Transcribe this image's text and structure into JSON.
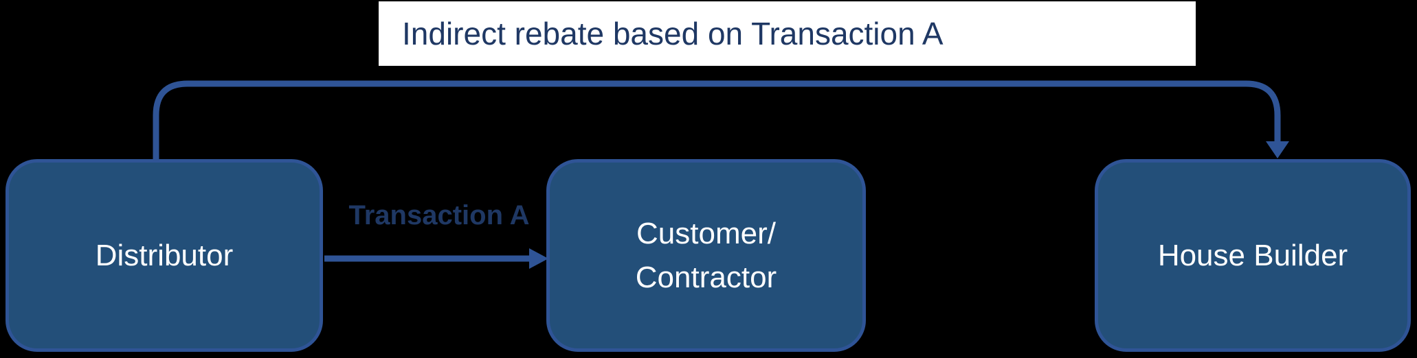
{
  "colors": {
    "background": "#000000",
    "node-fill": "#234F79",
    "node-border": "#2F5496",
    "connector": "#2F5496",
    "banner-bg": "#FFFFFF",
    "dark-text": "#1F3864",
    "node-text": "#FFFFFF"
  },
  "banner": {
    "text": "Indirect rebate based on Transaction A"
  },
  "edge_label": {
    "text": "Transaction A"
  },
  "nodes": {
    "distributor": {
      "label": "Distributor"
    },
    "customer": {
      "line1": "Customer/",
      "line2": "Contractor"
    },
    "house_builder": {
      "label": "House Builder"
    }
  }
}
